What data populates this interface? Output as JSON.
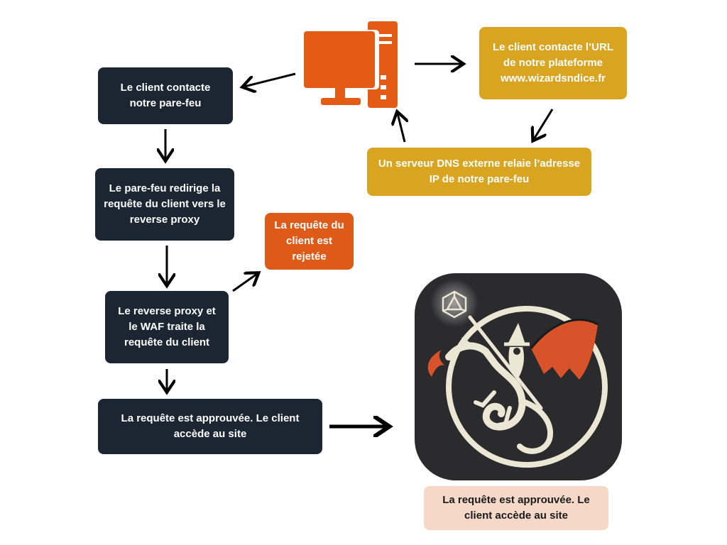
{
  "colors": {
    "dark_box": "#1c2633",
    "gold_box": "#d9a41f",
    "orange": "#dd5a18",
    "peach_box": "#f5d8c8",
    "arrow": "#000000"
  },
  "icons": {
    "computer": "desktop-computer-icon",
    "emblem": "dragon-wizard-dice-logo"
  },
  "nodes": {
    "client_contacts_firewall": "Le client contacte notre pare-feu",
    "firewall_redirects": "Le pare-feu redirige la requête du client vers le reverse proxy",
    "proxy_waf_processes": "Le reverse proxy et le WAF traite la requête du client",
    "request_approved": "La requête est approuvée. Le client accède au site",
    "request_rejected": "La requête du client est rejetée",
    "client_contacts_url": "Le client contacte l’URL de notre plateforme www.wizardsndice.fr",
    "dns_relays_ip": "Un serveur DNS externe relaie l’adresse IP de notre pare-feu",
    "site_caption": "La requête est approuvée. Le client accède au site"
  }
}
